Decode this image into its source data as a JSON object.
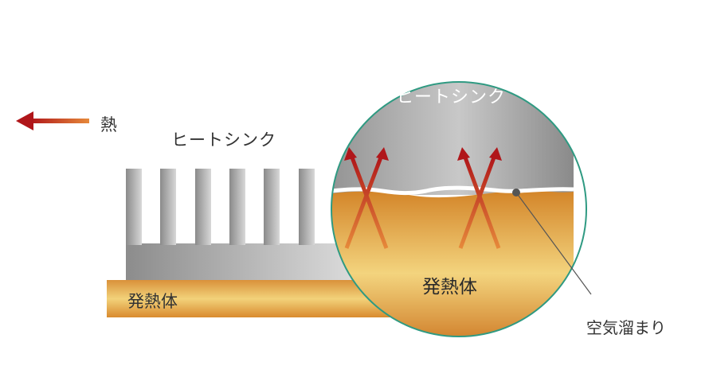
{
  "legend": {
    "heat_label": "熱",
    "arrow_icon": "heat-arrow-left-icon"
  },
  "heatsink_label": "ヒートシンク",
  "heater_label": "発熱体",
  "zoom": {
    "heatsink_label": "ヒートシンク",
    "heater_label": "発熱体"
  },
  "air_pocket_label": "空気溜まり",
  "colors": {
    "heat_arrow_dark": "#b0161a",
    "heat_arrow_orange": "#e6893a",
    "heatsink_dark": "#8c8c8c",
    "heatsink_light": "#dedede",
    "heater_light": "#f2d27a",
    "heater_dark": "#d7892e",
    "zoom_border": "#2f9a82",
    "label_text": "#333333"
  }
}
